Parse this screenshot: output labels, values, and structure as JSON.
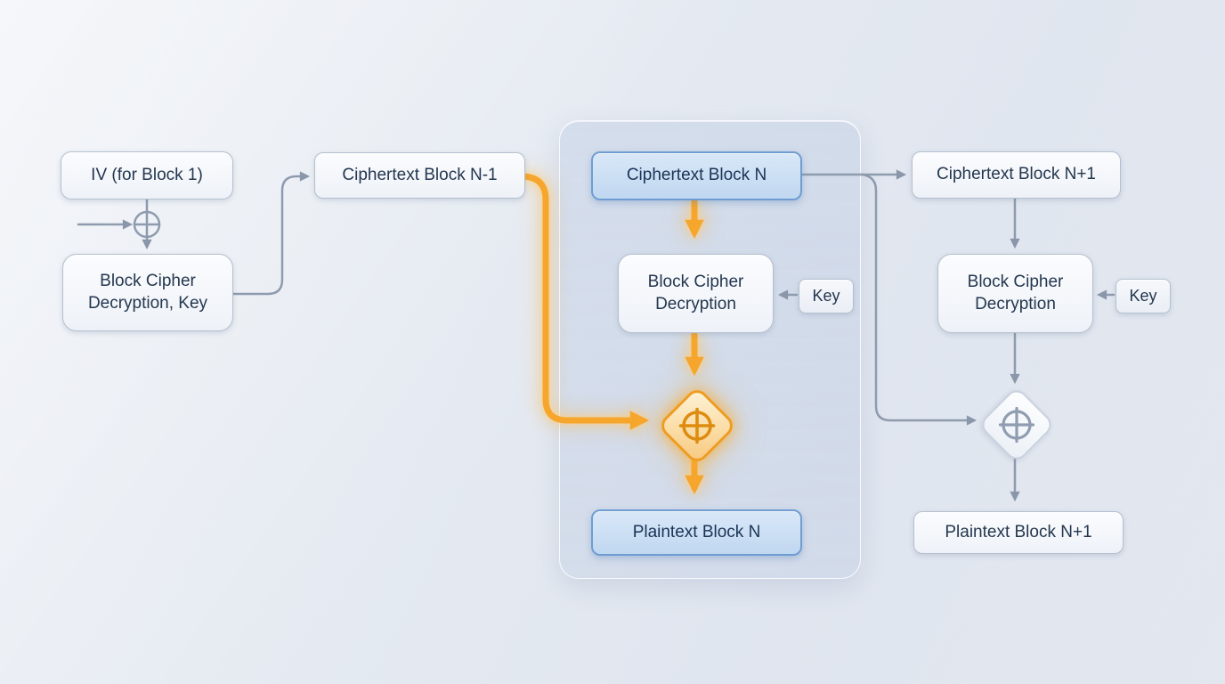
{
  "nodes": {
    "iv": {
      "label": "IV (for Block 1)"
    },
    "decrypt_block1": {
      "line1": "Block Cipher",
      "line2": "Decryption, Key"
    },
    "ciphertext_prev": {
      "label": "Ciphertext Block N-1"
    },
    "ciphertext_current": {
      "label": "Ciphertext Block N"
    },
    "decrypt_current": {
      "line1": "Block Cipher",
      "line2": "Decryption"
    },
    "key_current": {
      "label": "Key"
    },
    "plaintext_current": {
      "label": "Plaintext Block N"
    },
    "ciphertext_next": {
      "label": "Ciphertext Block N+1"
    },
    "decrypt_next": {
      "line1": "Block Cipher",
      "line2": "Decryption"
    },
    "key_next": {
      "label": "Key"
    },
    "plaintext_next": {
      "label": "Plaintext Block N+1"
    }
  },
  "icons": {
    "xor": "⊕"
  },
  "colors": {
    "background": "#E7EBF2",
    "connector_gray": "#8E9BAE",
    "accent_orange": "#F6A62D",
    "accent_orange_deep": "#E08A12",
    "highlight_box_border": "#6F9DD2",
    "highlight_box_fill": "#C9DCF1",
    "box_border": "#B4BFCE",
    "box_fill": "#F4F7FB",
    "panel_fill": "#CBD7E9",
    "text_dark": "#24374F"
  }
}
